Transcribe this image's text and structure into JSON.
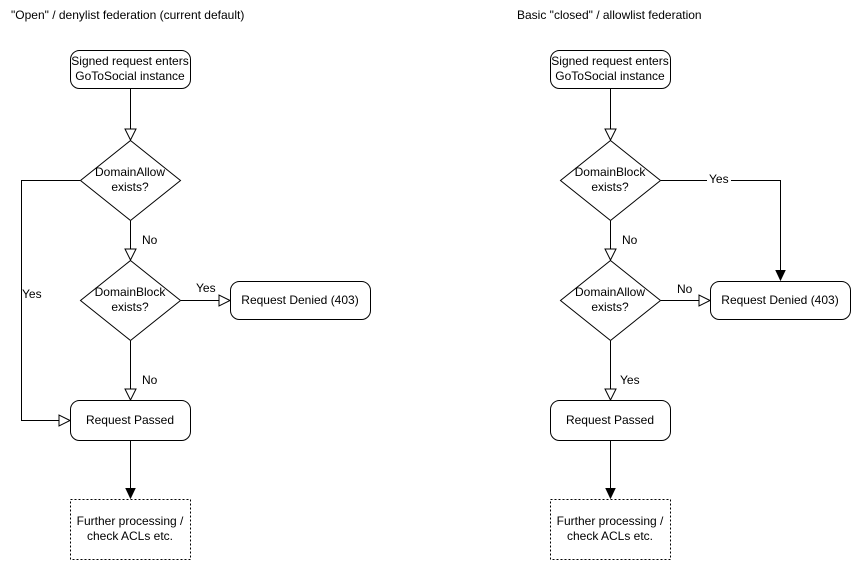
{
  "colors": {
    "background": "#ffffff",
    "stroke": "#000000",
    "node_fill": "#ffffff",
    "text": "#000000"
  },
  "left_chart": {
    "title": "\"Open\" / denylist federation (current default)",
    "nodes": {
      "start": "Signed request enters\nGoToSocial instance",
      "decision_allow": "DomainAllow\nexists?",
      "decision_block": "DomainBlock\nexists?",
      "denied": "Request Denied (403)",
      "passed": "Request Passed",
      "further": "Further processing /\ncheck ACLs etc."
    },
    "edge_labels": {
      "allow_yes": "Yes",
      "allow_no": "No",
      "block_yes": "Yes",
      "block_no": "No"
    }
  },
  "right_chart": {
    "title": "Basic \"closed\" / allowlist federation",
    "nodes": {
      "start": "Signed request enters\nGoToSocial instance",
      "decision_block": "DomainBlock\nexists?",
      "decision_allow": "DomainAllow\nexists?",
      "denied": "Request Denied (403)",
      "passed": "Request Passed",
      "further": "Further processing /\ncheck ACLs etc."
    },
    "edge_labels": {
      "block_yes": "Yes",
      "block_no": "No",
      "allow_no": "No",
      "allow_yes": "Yes"
    }
  }
}
